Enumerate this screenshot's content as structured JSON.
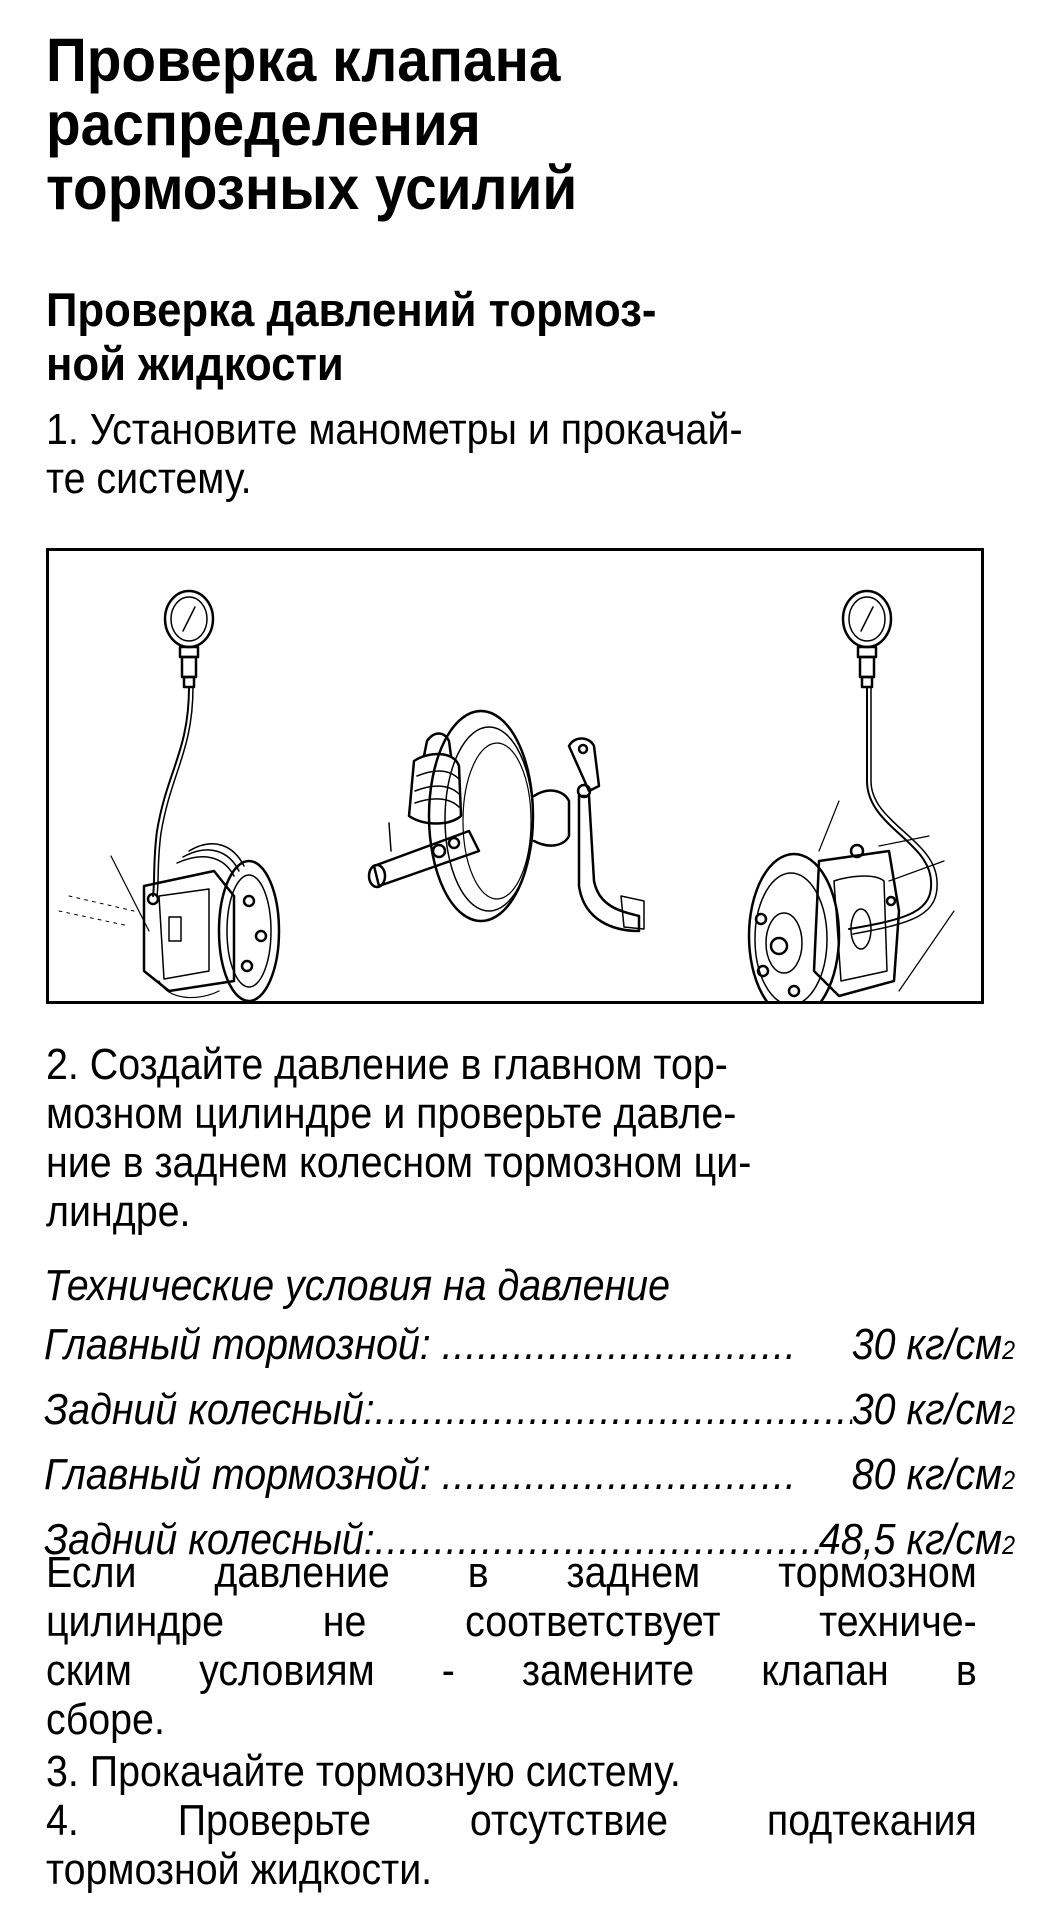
{
  "document": {
    "title_lines": [
      "Проверка клапана",
      "распределения",
      "тормозных усилий"
    ],
    "subtitle_lines": [
      "Проверка давлений тормоз-",
      "ной жидкости"
    ],
    "step1": {
      "lines": [
        "1. Установите манометры и прокачай-",
        "те систему."
      ]
    },
    "figure": {
      "description": "Pressure gauges connected to front and rear brake calipers; brake master cylinder with vacuum booster and pedal",
      "items": [
        "left-pressure-gauge",
        "left-brake-caliper-disc",
        "master-cylinder-booster",
        "brake-pedal",
        "right-pressure-gauge",
        "right-brake-caliper-disc"
      ]
    },
    "step2": {
      "lines": [
        "2. Создайте давление в главном тор-",
        "мозном цилиндре и проверьте давле-",
        "ние в заднем колесном тормозном ци-",
        "линдре."
      ]
    },
    "specifications": {
      "heading": "Технические условия на давление",
      "rows": [
        {
          "label": "Главный тормозной: ",
          "dots": "..............................",
          "value": "30 кг/см",
          "exponent": "2"
        },
        {
          "label": "Задний колесный:",
          "dots": ".........................................",
          "value": "30 кг/см",
          "exponent": "2"
        },
        {
          "label": "Главный тормозной: ",
          "dots": "..............................",
          "value": "80 кг/см",
          "exponent": "2"
        },
        {
          "label": "Задний колесный:",
          "dots": ".........................................",
          "value": "48,5 кг/см",
          "exponent": "2"
        }
      ]
    },
    "note": {
      "lines": [
        [
          "Если",
          "давление",
          "в",
          "заднем",
          "тормозном"
        ],
        [
          "цилиндре",
          "не",
          "соответствует",
          "техниче-"
        ],
        [
          "ским",
          "условиям",
          "-",
          "замените",
          "клапан",
          "в"
        ]
      ],
      "last_line": "сборе."
    },
    "step3": {
      "text": "3. Прокачайте тормозную систему."
    },
    "step4": {
      "line1": [
        "4.",
        "Проверьте",
        "отсутствие",
        "подтекания"
      ],
      "line2": "тормозной жидкости."
    }
  }
}
